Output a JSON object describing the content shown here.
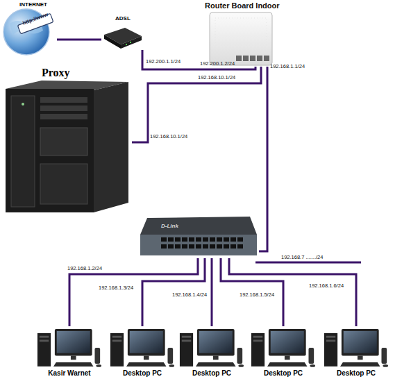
{
  "diagram": {
    "nodes": [
      {
        "text": [
          "INTERNET"
        ]
      },
      {
        "text": [
          "ADSL"
        ]
      },
      {
        "text": [
          "Router Board Indoor"
        ]
      },
      {
        "text": [
          "Proxy"
        ]
      },
      {
        "text": [
          "D-Link"
        ]
      },
      {
        "text": [
          "Kasir Warnet"
        ]
      },
      {
        "text": [
          "Desktop PC"
        ]
      },
      {
        "text": [
          "Desktop PC"
        ]
      },
      {
        "text": [
          "Desktop PC"
        ]
      },
      {
        "text": [
          "Desktop PC"
        ]
      }
    ],
    "edges": [
      {
        "from": 0,
        "to": 1,
        "arrow": "none"
      },
      {
        "from": 1,
        "to": 2,
        "label": "192.200.1.1/24",
        "arrow": "none"
      },
      {
        "from": 2,
        "to": 3,
        "label": "192.168.10.1/24",
        "arrow": "none"
      },
      {
        "from": 2,
        "to": 4,
        "label": "192.168.1.1/24",
        "arrow": "none"
      },
      {
        "from": 4,
        "to": 5,
        "label": "192.168.1.2/24",
        "arrow": "none"
      },
      {
        "from": 4,
        "to": 6,
        "label": "192.168.1.3/24",
        "arrow": "none"
      },
      {
        "from": 4,
        "to": 7,
        "label": "192.168.1.4/24",
        "arrow": "none"
      },
      {
        "from": 4,
        "to": 8,
        "label": "192.168.1.5/24",
        "arrow": "none"
      },
      {
        "from": 4,
        "to": 9,
        "label": "192.168.1.6/24",
        "arrow": "none"
      }
    ],
    "labels": [
      "http://www",
      "192.200.1.2/24",
      "192.168.10.1/24",
      "192.168.7 ......./24"
    ]
  }
}
